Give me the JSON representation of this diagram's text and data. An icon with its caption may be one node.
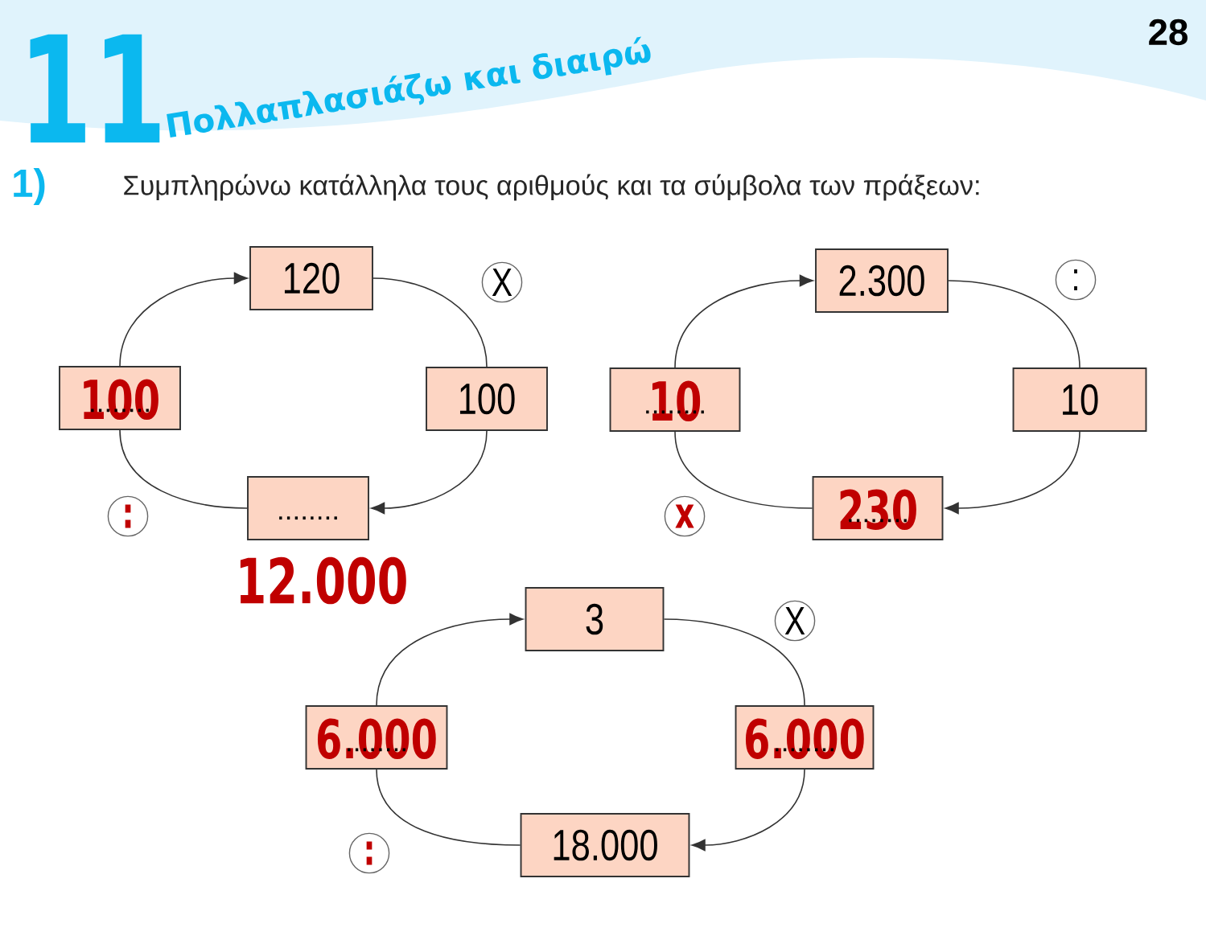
{
  "diagram": {
    "title": "Πολλαπλασιάζω και διαιρώ",
    "nodes": [
      {
        "text": [
          "120"
        ]
      },
      {
        "text": [
          "X"
        ]
      },
      {
        "text": [
          "........",
          "100"
        ]
      },
      {
        "text": [
          "100"
        ]
      },
      {
        "text": [
          ":"
        ]
      },
      {
        "text": [
          "........"
        ],
        "beside": [
          "12.000"
        ]
      },
      {
        "text": [
          "2.300"
        ]
      },
      {
        "text": [
          ":"
        ]
      },
      {
        "text": [
          "........",
          "10"
        ]
      },
      {
        "text": [
          "10"
        ]
      },
      {
        "text": [
          "x"
        ]
      },
      {
        "text": [
          "........",
          "230"
        ]
      },
      {
        "text": [
          "3"
        ]
      },
      {
        "text": [
          "X"
        ]
      },
      {
        "text": [
          "........",
          "6.000"
        ]
      },
      {
        "text": [
          "........",
          "6.000"
        ]
      },
      {
        "text": [
          ":"
        ]
      },
      {
        "text": [
          "18.000"
        ]
      }
    ],
    "edges": [
      {
        "from": 0,
        "to": 3,
        "arrow": "none"
      },
      {
        "from": 3,
        "to": 5,
        "arrow": "to"
      },
      {
        "from": 5,
        "to": 2,
        "arrow": "none"
      },
      {
        "from": 2,
        "to": 0,
        "arrow": "to"
      },
      {
        "from": 6,
        "to": 9,
        "arrow": "none"
      },
      {
        "from": 9,
        "to": 11,
        "arrow": "to"
      },
      {
        "from": 11,
        "to": 8,
        "arrow": "none"
      },
      {
        "from": 8,
        "to": 6,
        "arrow": "to"
      },
      {
        "from": 12,
        "to": 15,
        "arrow": "none"
      },
      {
        "from": 15,
        "to": 17,
        "arrow": "to"
      },
      {
        "from": 17,
        "to": 14,
        "arrow": "none"
      },
      {
        "from": 14,
        "to": 12,
        "arrow": "to"
      }
    ],
    "labels": [
      "11",
      "28",
      "1)",
      "Συμπληρώνω κατάλληλα τους αριθμούς και τα σύμβολα των πράξεων:"
    ]
  }
}
